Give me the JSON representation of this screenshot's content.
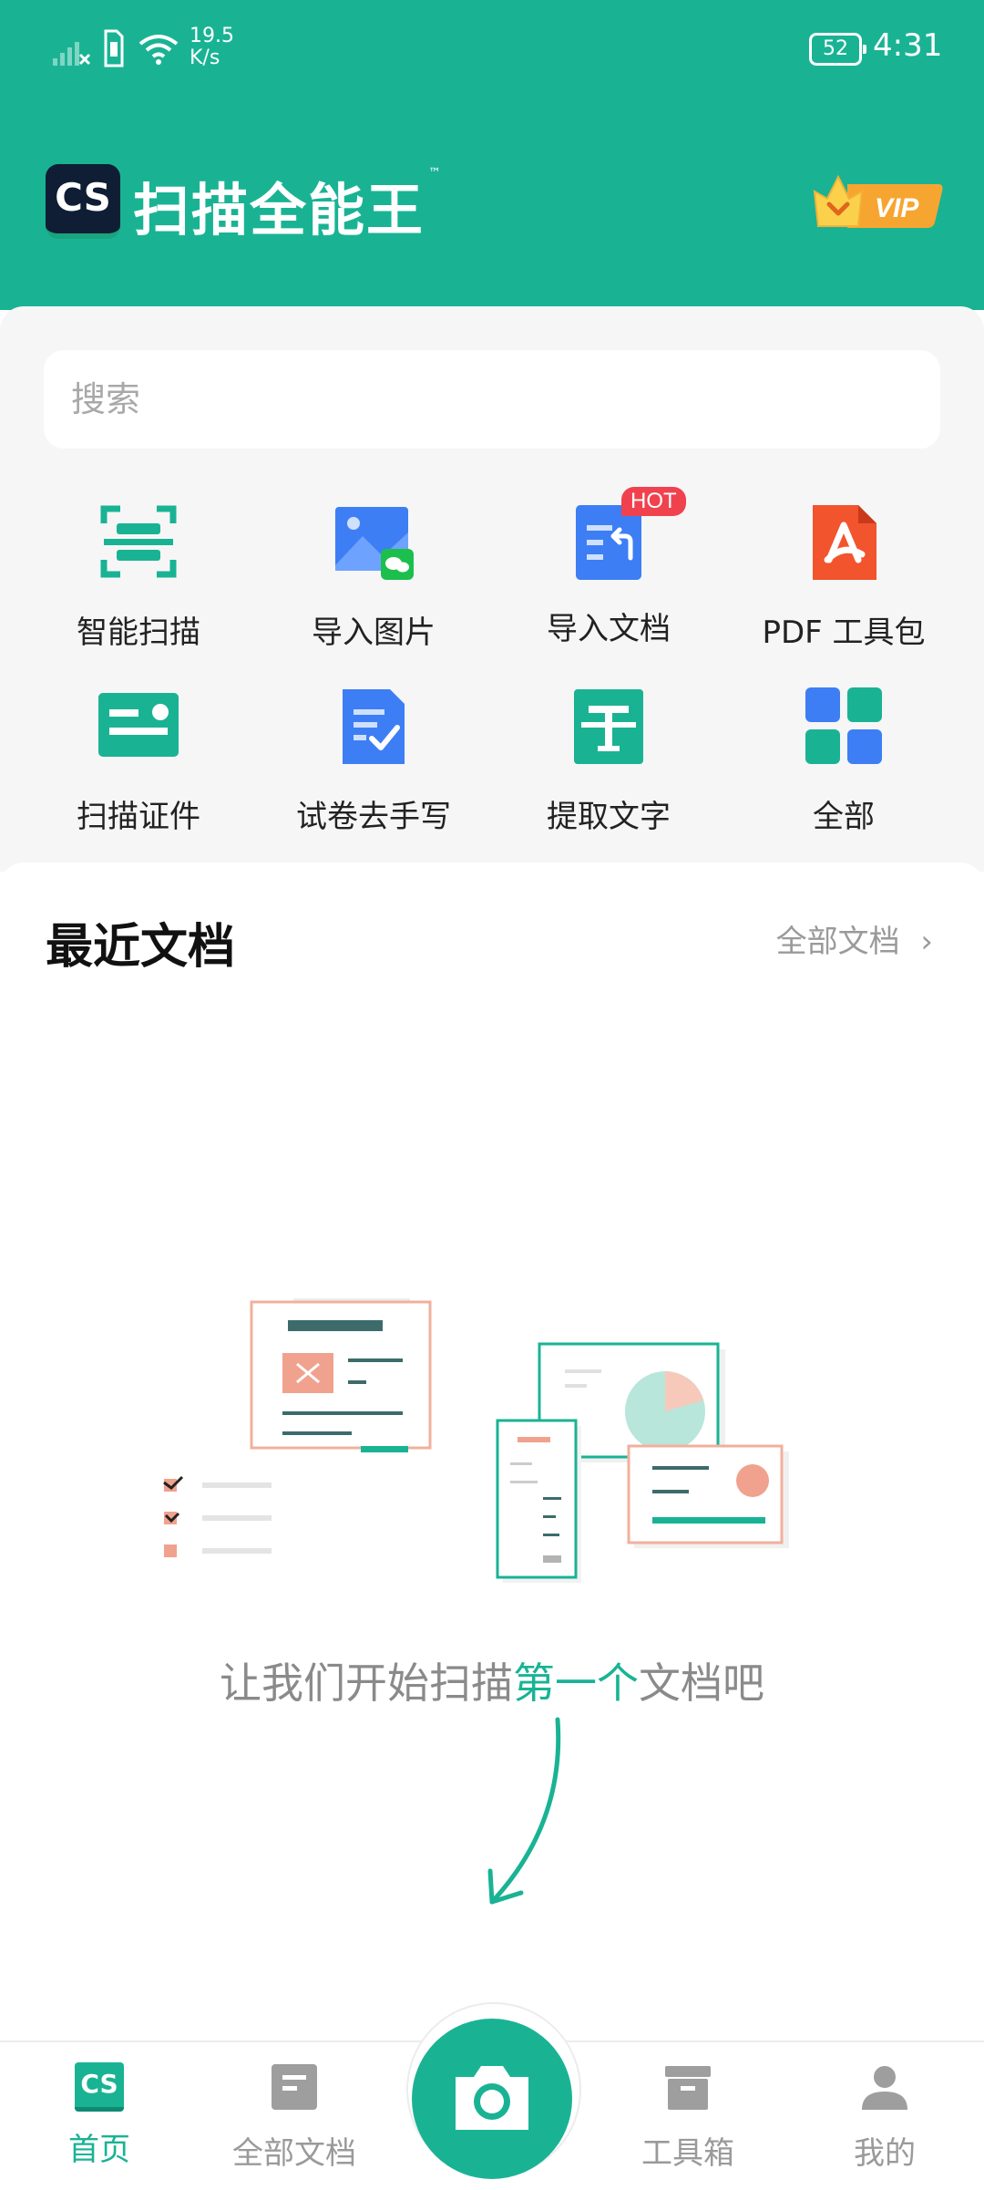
{
  "status_bar": {
    "net_speed_value": "19.5",
    "net_speed_unit": "K/s",
    "battery": "52",
    "time": "4:31"
  },
  "header": {
    "logo_text": "CS",
    "app_title": "扫描全能王",
    "trademark": "™",
    "vip_label": "VIP"
  },
  "search": {
    "placeholder": "搜索"
  },
  "tools": [
    {
      "label": "智能扫描",
      "icon": "smart-scan-icon"
    },
    {
      "label": "导入图片",
      "icon": "import-image-icon"
    },
    {
      "label": "导入文档",
      "icon": "import-doc-icon",
      "badge": "HOT"
    },
    {
      "label": "PDF 工具包",
      "icon": "pdf-toolkit-icon"
    },
    {
      "label": "扫描证件",
      "icon": "id-card-scan-icon"
    },
    {
      "label": "试卷去手写",
      "icon": "remove-handwriting-icon"
    },
    {
      "label": "提取文字",
      "icon": "extract-text-icon"
    },
    {
      "label": "全部",
      "icon": "all-tools-icon"
    }
  ],
  "recent": {
    "title": "最近文档",
    "all_link": "全部文档",
    "empty_prompt_before": "让我们开始扫描",
    "empty_prompt_highlight": "第一个",
    "empty_prompt_after": "文档吧"
  },
  "tabbar": {
    "home": "首页",
    "all_docs": "全部文档",
    "toolbox": "工具箱",
    "me": "我的",
    "home_icon_text": "CS"
  },
  "colors": {
    "brand": "#19b394",
    "hot_badge": "#f0424e",
    "pdf_orange": "#f2542d",
    "blue": "#3d7ef5",
    "vip_gold": "#f7a531"
  }
}
